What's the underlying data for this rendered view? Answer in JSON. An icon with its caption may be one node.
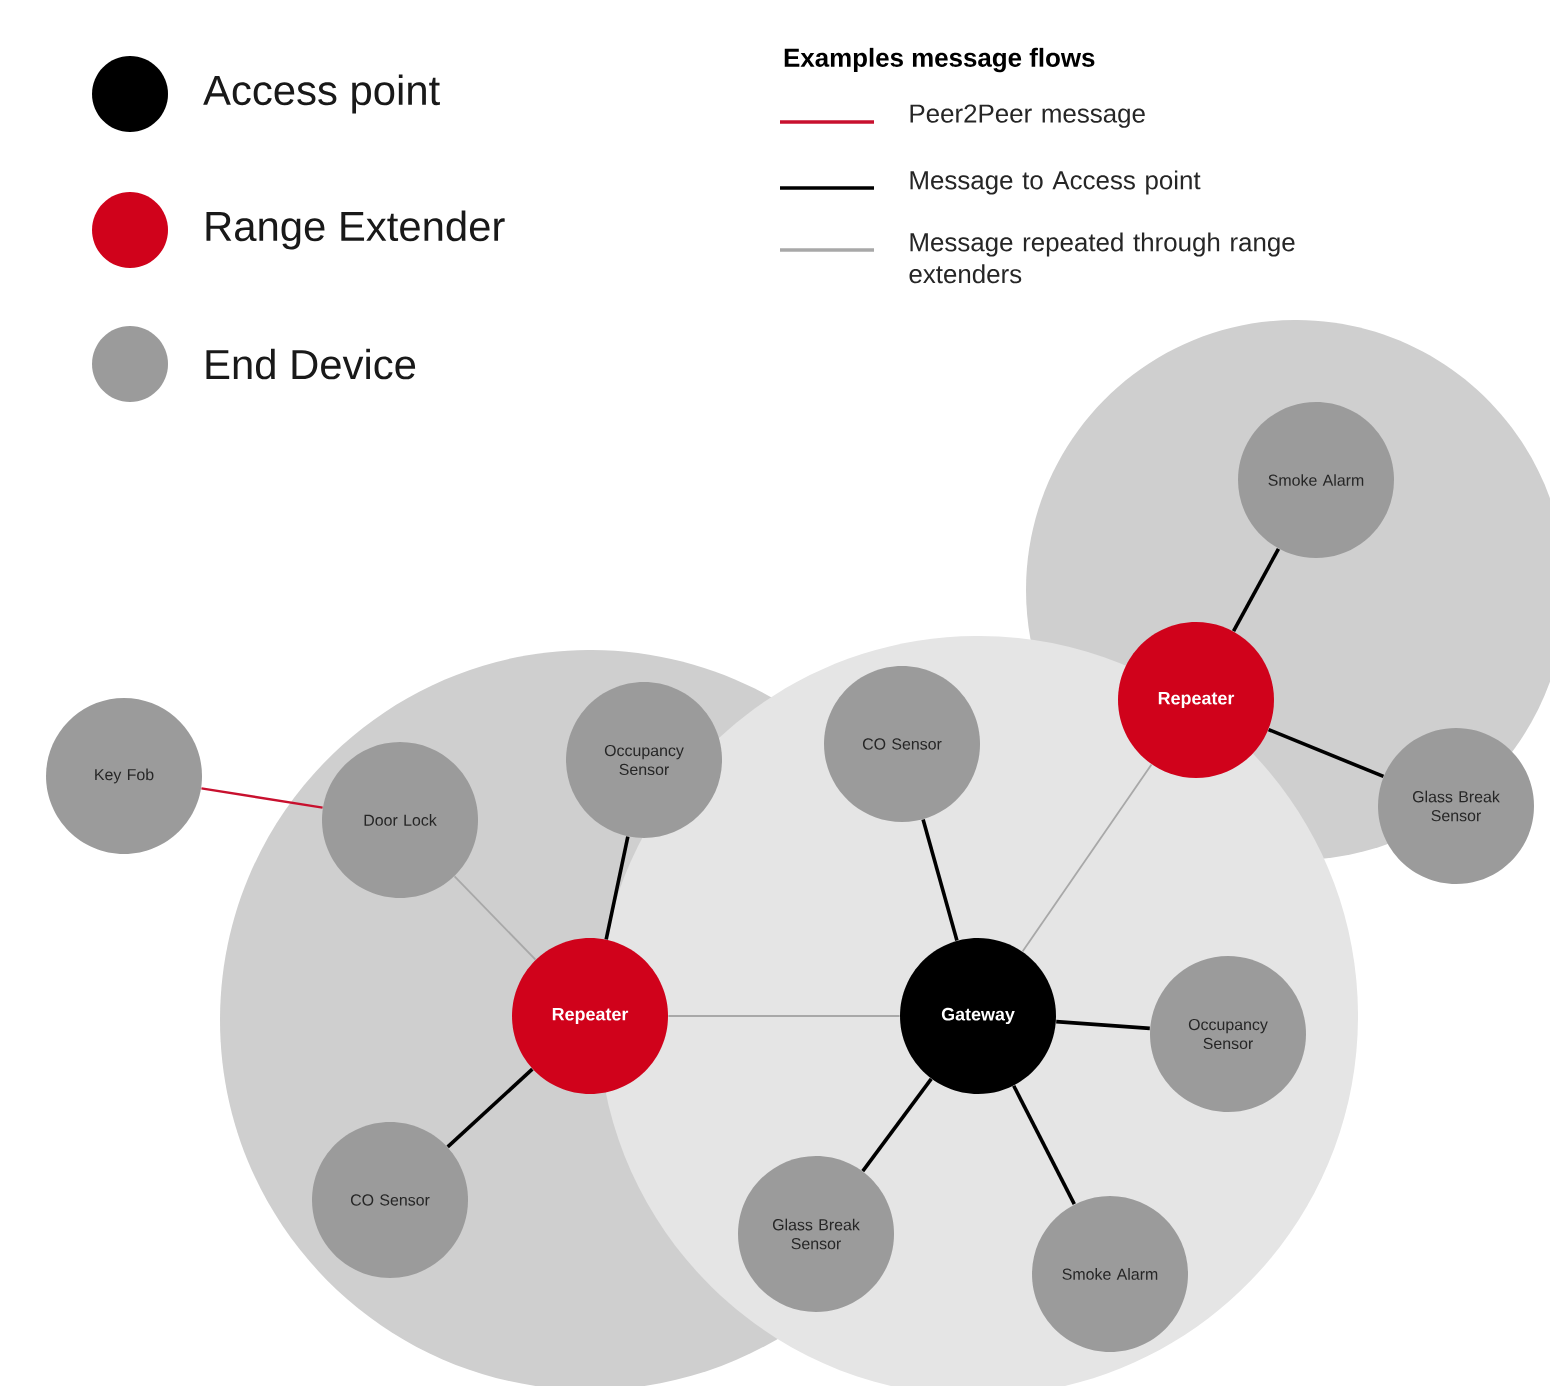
{
  "diagram": {
    "nodes": [
      {
        "text": [
          "Smoke Alarm"
        ]
      },
      {
        "text": [
          "Repeater"
        ]
      },
      {
        "text": [
          "Key Fob"
        ]
      },
      {
        "text": [
          "Door Lock"
        ]
      },
      {
        "text": [
          "Occupancy Sensor"
        ]
      },
      {
        "text": [
          "CO Sensor"
        ]
      },
      {
        "text": [
          "Glass Break Sensor"
        ]
      },
      {
        "text": [
          "Repeater"
        ]
      },
      {
        "text": [
          "Gateway"
        ]
      },
      {
        "text": [
          "Occupancy Sensor"
        ]
      },
      {
        "text": [
          "CO Sensor"
        ]
      },
      {
        "text": [
          "Glass Break Sensor"
        ]
      },
      {
        "text": [
          "Smoke Alarm"
        ]
      }
    ],
    "edges": [
      {
        "from": 1,
        "to": 0,
        "arrow": "none"
      },
      {
        "from": 1,
        "to": 6,
        "arrow": "none"
      },
      {
        "from": 2,
        "to": 3,
        "arrow": "none",
        "color": "#c8102e"
      },
      {
        "from": 3,
        "to": 7,
        "arrow": "none",
        "color": "#a8a8a8"
      },
      {
        "from": 4,
        "to": 7,
        "arrow": "none"
      },
      {
        "from": 5,
        "to": 8,
        "arrow": "none"
      },
      {
        "from": 8,
        "to": 1,
        "arrow": "none",
        "color": "#a8a8a8"
      },
      {
        "from": 7,
        "to": 8,
        "arrow": "none",
        "color": "#a8a8a8"
      },
      {
        "from": 8,
        "to": 9,
        "arrow": "none"
      },
      {
        "from": 7,
        "to": 10,
        "arrow": "none"
      },
      {
        "from": 8,
        "to": 11,
        "arrow": "none"
      },
      {
        "from": 8,
        "to": 12,
        "arrow": "none"
      }
    ],
    "labels": [
      "Examples message flows"
    ],
    "legend": [
      {
        "text": "Access point",
        "color": "#000000"
      },
      {
        "text": "Range Extender",
        "color": "#d0021b"
      },
      {
        "text": "End Device",
        "color": "#9b9b9b"
      },
      {
        "text": "Peer2Peer message"
      },
      {
        "text": "Message to Access point"
      },
      {
        "text": "Message repeated through range extenders"
      }
    ]
  }
}
